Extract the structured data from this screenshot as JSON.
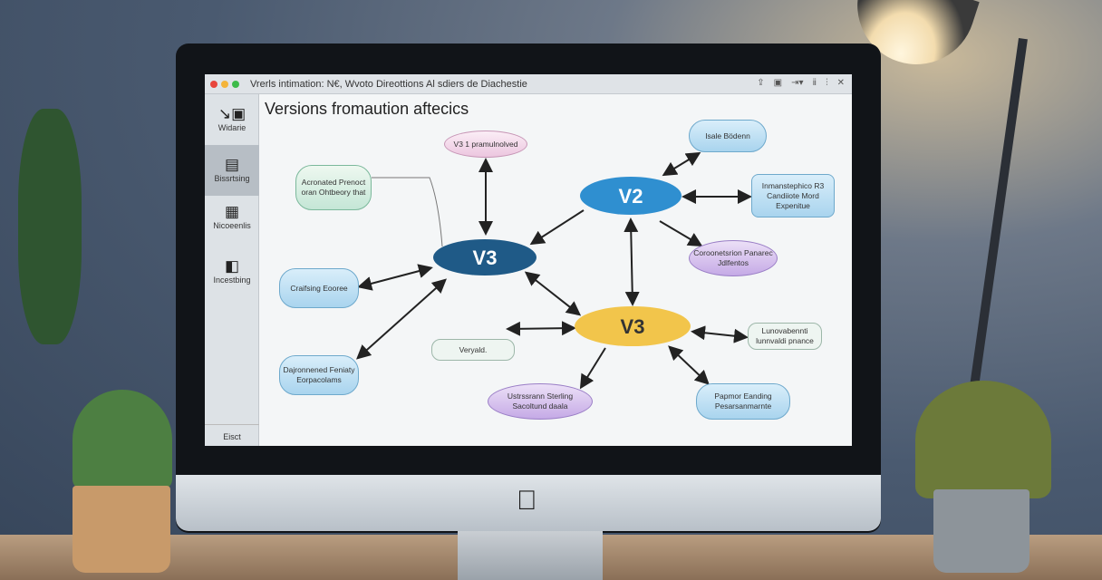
{
  "window": {
    "title": "Vrerls intimation: N€, Wvoto Direottions Al sdiers de Diachestie",
    "toolbar_icons": [
      "share-icon",
      "copy-icon",
      "export-icon",
      "info-icon",
      "chart-icon",
      "close-icon"
    ]
  },
  "heading": "Versions fromaution aftecics",
  "sidebar": {
    "items": [
      {
        "label": "Widarie",
        "icon": "pointer-icon"
      },
      {
        "label": "Bissrtsing",
        "icon": "layers-icon",
        "selected": true
      },
      {
        "label": "Nicoeenlis",
        "icon": "grid-icon"
      },
      {
        "label": "Incestbing",
        "icon": "plugin-icon"
      }
    ],
    "footer": "Eisct"
  },
  "nodes": {
    "top": "V3 1 pramulnolved",
    "acronated": "Acronated Prenoct oran Ohtbeory that",
    "v3_main": "V3",
    "v2": "V2",
    "v3_yellow": "V3",
    "isale": "Isale Bödenn",
    "inman": "Inmanstephico R3 Candiiote Mord Expenitue",
    "coroon": "Coroonetsrion Panarec Jdlfentos",
    "craif": "Craifsing Eooree",
    "dajron": "Dajronnened Feniaty Eorpacolams",
    "veryald": "Veryald.",
    "lunov": "Lunovabennti lunnvaldi pnance",
    "ustrs": "Ustrssrann Sterling Sacoltund daala",
    "papmor": "Papmor Eanding Pesarsanmarnte"
  },
  "colors": {
    "v3_main": "#1f5a87",
    "v2": "#2f8fd0",
    "v3_yellow": "#f2c54b"
  }
}
